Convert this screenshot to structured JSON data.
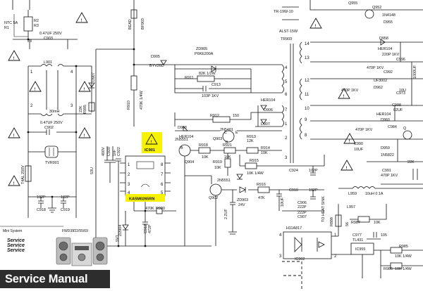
{
  "components": {
    "ntc": "NTC 5A",
    "r1": "R1",
    "r2": "R2",
    "r3": "R3",
    "c903": "C903",
    "c903v": "0.47UF 250V",
    "l901": "L901",
    "l901v": "30mH",
    "c902": "C902",
    "c902v": "0.47UF 250V",
    "d907": "D907",
    "r995": "R995",
    "r995v": "22K",
    "tvr": "TVR901",
    "fuse": "T4AL 250V",
    "c918": "C918",
    "c918v": "102P",
    "c919": "C919",
    "c919v": "102P",
    "bead": "BEAD",
    "bf903": "BF903",
    "d905": "D905",
    "d905v": "BYV26D",
    "zd905": "ZD905",
    "zd905v": "P6KE200A",
    "r911": "R911",
    "r911v": "82K 1/2W",
    "c913": "C913",
    "c913v": "103P 1KV",
    "r910": "R910",
    "r910v": "470K 1/4W",
    "r912": "R912",
    "r912v": "150",
    "her104a": "HER104",
    "d906": "D906",
    "d907b": "D907",
    "d908": "D908",
    "her104b": "HER104",
    "q903": "Q903",
    "q903v": "2N5401",
    "q904": "Q904",
    "q904v": "2N5551",
    "r918": "R918",
    "r918v": "10K",
    "r921": "R921",
    "r921v": "10K",
    "r913": "R913",
    "r913v": "12K",
    "r914": "R914",
    "r914v": "10K",
    "r915": "R915",
    "r915v": "10K 1/4W",
    "r919": "R919",
    "r919v": "10K",
    "ic901": "IC901",
    "ic901_part": "KA5M0265RN",
    "c920": "C920",
    "c920v": "400V",
    "c921v": "53U",
    "c922": "C922",
    "c922v": "1nF",
    "q902": "Q902",
    "q902v": "2N5551",
    "zd903": "ZD903",
    "zd903v": "24V",
    "r916": "R916",
    "r916v": "47K",
    "c917v": "2.2UF",
    "c923v": "10UF",
    "r920": "R920",
    "r920v": "470K",
    "c912": "C912",
    "c912v": "472P",
    "zd904": "ZD904",
    "zd904v": "5V1",
    "c924": "C924",
    "c924v": "102P",
    "c910": "C910",
    "c910v": "102P",
    "c906": "C906",
    "c906v": "222P",
    "c907": "C907",
    "c907v": "222P",
    "heatsink": "TO HEAT SINK",
    "tr_label": "TR-19W-10",
    "alst": "ALST-15W",
    "tr903": "TR903",
    "ic902": "IC902",
    "ic902_part": "H11A817",
    "ic955": "IC955",
    "tl431": "TL431",
    "r888": "R888",
    "r888v": "56",
    "l959": "L959",
    "l959v": "10uH 0.1A",
    "l957": "L957",
    "r987": "R987",
    "r987v": "10K",
    "c977": "C977",
    "c977v": "105",
    "r985": "R985",
    "r985v": "10K 1/4W",
    "r986": "R986",
    "r986v": "10K 1/4W",
    "q952": "Q952",
    "q955": "Q955",
    "d955": "D955",
    "d955v": "1N4148",
    "d958": "D958",
    "her104c": "HER104",
    "c996": "C996",
    "c996v": "220P 1KV",
    "c992": "C992",
    "c992v": "470P 1KV",
    "uf3002": "UF3002",
    "d962": "D962",
    "c973": "C973",
    "c973v": "470P 1KV",
    "c998": "C998",
    "c998v": "02UF",
    "her104d": "HER104",
    "d960": "D960",
    "c984": "C984",
    "c984v": "470P 1KV",
    "c990": "C990",
    "c990v": "10UF",
    "in5822": "1N5822",
    "d959": "D959",
    "c991": "C991",
    "c991v": "470P 1KV",
    "c979": "C979",
    "c979v": "1000UF",
    "c_10u": "10U",
    "c_1000u": "1000UF",
    "q_right": "Q",
    "r_22k": "22K"
  },
  "tr_pins": {
    "p1": "1",
    "p2": "2",
    "p3": "3",
    "p4": "4",
    "p5": "5",
    "p6": "6",
    "p7": "7",
    "p8": "8",
    "p9": "9",
    "p10": "10",
    "p11": "11",
    "p12": "12",
    "p13": "13",
    "p14": "14"
  },
  "ic_pins": {
    "a1": "1",
    "a2": "2",
    "a3": "3",
    "a4": "4",
    "a5": "5",
    "a6": "6",
    "a7": "7",
    "a8": "8"
  },
  "footer": {
    "mini_system": "Mini System",
    "model": "FWD39",
    "model_sub": "/22/55/69",
    "service_lines": [
      "Service",
      "Service",
      "Service"
    ],
    "banner": "Service Manual"
  }
}
